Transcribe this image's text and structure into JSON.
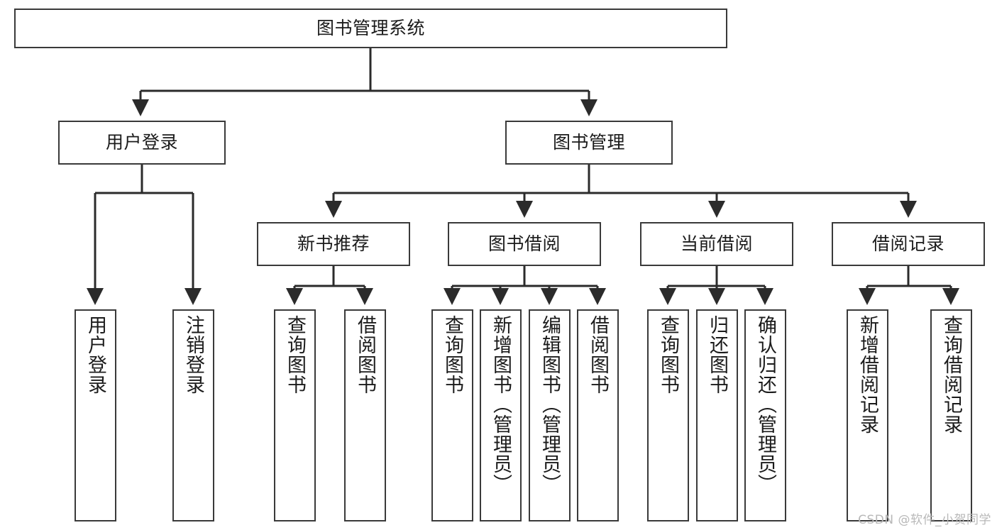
{
  "diagram": {
    "title": "图书管理系统",
    "type": "tree-hierarchy-diagram",
    "watermark": "CSDN @软件_小贺同学",
    "colors": {
      "box_border": "#3a3a3a",
      "box_fill": "#ffffff",
      "edge": "#2b2b2b",
      "text": "#1b1b1b",
      "watermark": "#b8b8b8",
      "background": "#ffffff"
    }
  },
  "nodes": {
    "root": {
      "label": "图书管理系统"
    },
    "level2": [
      {
        "label": "用户登录"
      },
      {
        "label": "图书管理"
      }
    ],
    "level3": [
      {
        "label": "新书推荐"
      },
      {
        "label": "图书借阅"
      },
      {
        "label": "当前借阅"
      },
      {
        "label": "借阅记录"
      }
    ],
    "leaves": {
      "user_login": [
        {
          "label": "用户登录"
        },
        {
          "label": "注销登录"
        }
      ],
      "new_book_recommend": [
        {
          "label": "查询图书"
        },
        {
          "label": "借阅图书"
        }
      ],
      "book_borrow": [
        {
          "label": "查询图书"
        },
        {
          "label": "新增图书（管理员）"
        },
        {
          "label": "编辑图书（管理员）"
        },
        {
          "label": "借阅图书"
        }
      ],
      "current_borrow": [
        {
          "label": "查询图书"
        },
        {
          "label": "归还图书"
        },
        {
          "label": "确认归还（管理员）"
        }
      ],
      "borrow_record": [
        {
          "label": "新增借阅记录"
        },
        {
          "label": "查询借阅记录"
        }
      ]
    }
  }
}
